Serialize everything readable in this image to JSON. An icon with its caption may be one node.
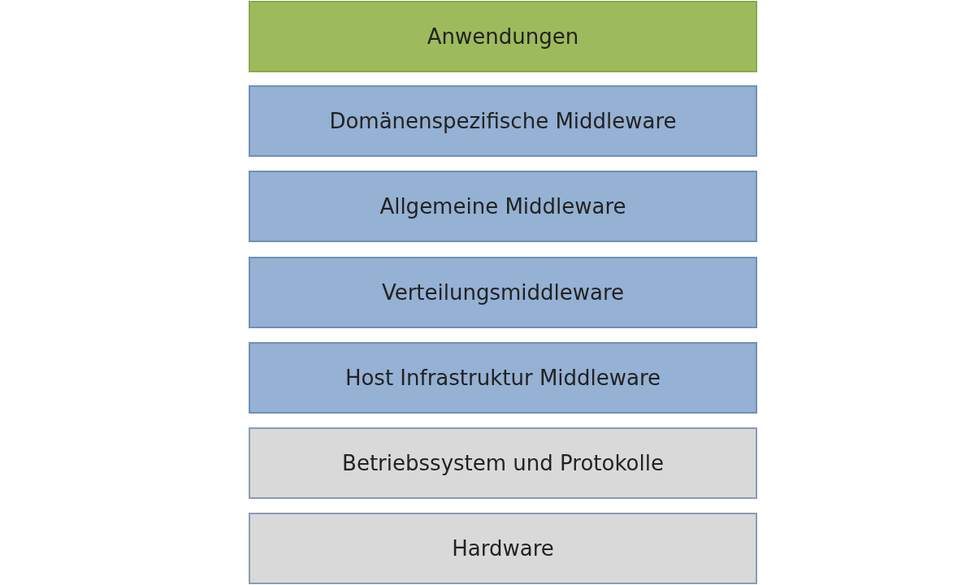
{
  "diagram": {
    "nodes": [
      {
        "text": [
          "Anwendungen"
        ]
      },
      {
        "text": [
          "Domänenspezifische Middleware"
        ]
      },
      {
        "text": [
          "Allgemeine Middleware"
        ]
      },
      {
        "text": [
          "Verteilungsmiddleware"
        ]
      },
      {
        "text": [
          "Host Infrastruktur Middleware"
        ]
      },
      {
        "text": [
          "Betriebssystem und Protokolle"
        ]
      },
      {
        "text": [
          "Hardware"
        ]
      }
    ]
  }
}
